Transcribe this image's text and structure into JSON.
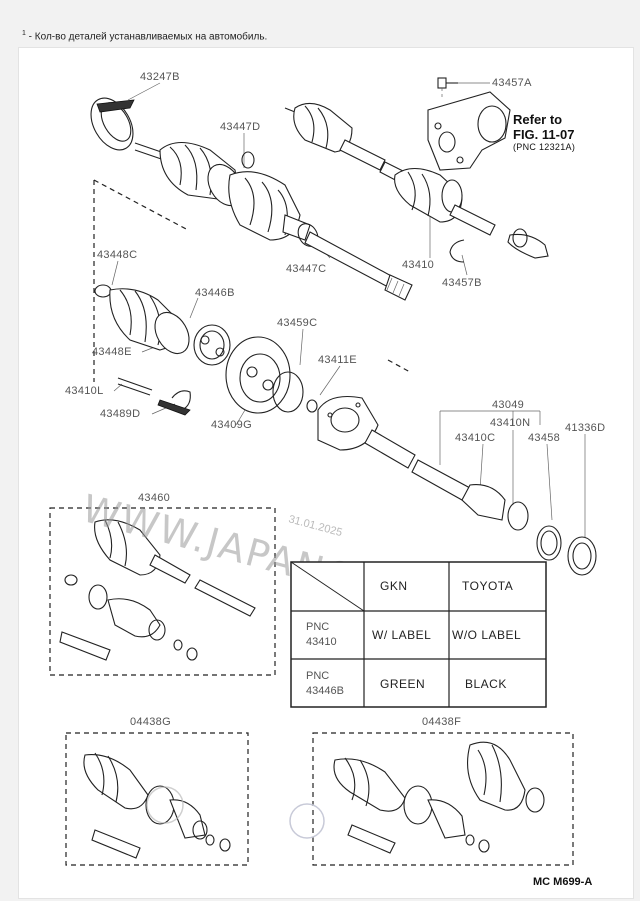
{
  "note": {
    "marker": "1",
    "text": " - Кол-во деталей устанавливаемых на автомобиль."
  },
  "labels": {
    "p43247B": "43247B",
    "p43447D": "43447D",
    "p43457A": "43457A",
    "refer_to": "Refer to",
    "fig": "FIG. 11-07",
    "pnc_ref": "(PNC 12321A)",
    "p43447C": "43447C",
    "p43410": "43410",
    "p43457B": "43457B",
    "p43448C": "43448C",
    "p43446B": "43446B",
    "p43448E": "43448E",
    "p43459C": "43459C",
    "p43410L": "43410L",
    "p43411E": "43411E",
    "p43489D": "43489D",
    "p43409G": "43409G",
    "p43049": "43049",
    "p43410N": "43410N",
    "p43410C": "43410C",
    "p43458": "43458",
    "p41336D": "41336D",
    "p43460": "43460",
    "p04438G": "04438G",
    "p04438F": "04438F",
    "diagram_code": "MC  M699-A"
  },
  "table": {
    "header": [
      "GKN",
      "TOYOTA"
    ],
    "rows": [
      {
        "pnc": "PNC",
        "code": "43410",
        "values": [
          "W/ LABEL",
          "W/O LABEL"
        ]
      },
      {
        "pnc": "PNC",
        "code": "43446B",
        "values": [
          "GREEN",
          "BLACK"
        ]
      }
    ]
  },
  "watermark": {
    "text": "WWW.JAPANCATS.RU",
    "date": "31.01.2025"
  }
}
